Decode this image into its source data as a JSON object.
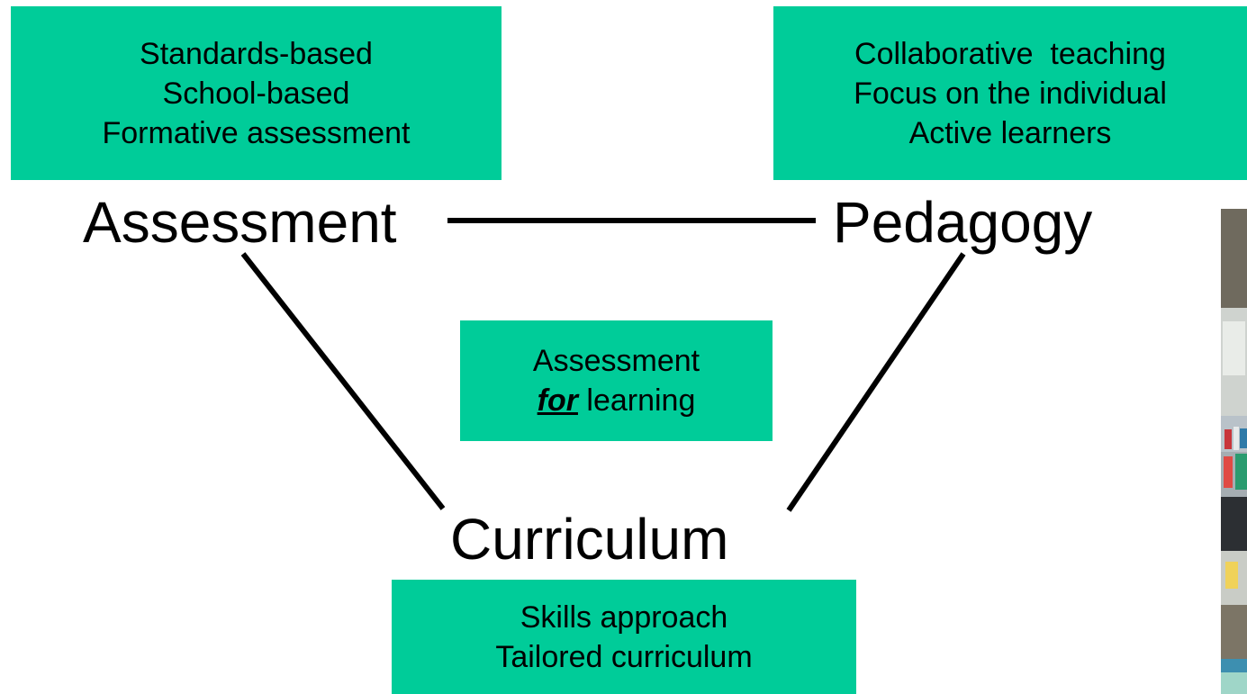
{
  "nodes": {
    "assessment": "Assessment",
    "pedagogy": "Pedagogy",
    "curriculum": "Curriculum"
  },
  "notes": {
    "assessment": [
      "Standards-based",
      "School-based",
      "Formative assessment"
    ],
    "pedagogy": [
      "Collaborative  teaching",
      "Focus on the individual",
      "Active learners"
    ],
    "curriculum": [
      "Skills approach",
      "Tailored curriculum"
    ]
  },
  "center": {
    "line1": "Assessment",
    "emphasis": "for",
    "rest": " learning"
  },
  "colors": {
    "box_fill": "#00cc99",
    "text": "#000000",
    "connector": "#000000",
    "background": "#ffffff"
  },
  "photo": {
    "icon": "classroom-photo"
  }
}
